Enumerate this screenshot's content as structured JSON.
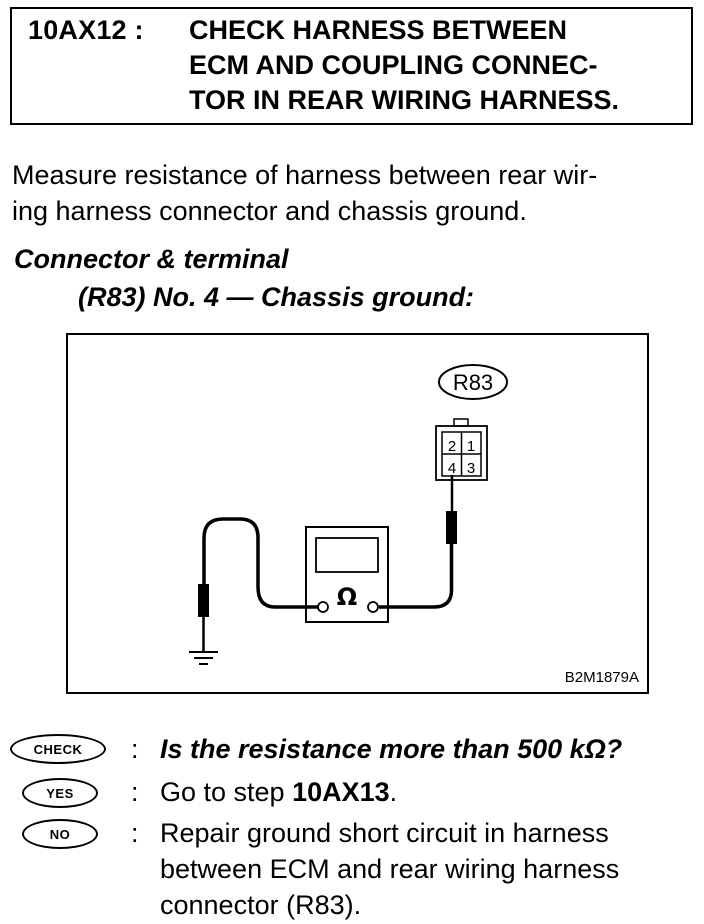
{
  "header": {
    "step_id": "10AX12 :",
    "title": "CHECK HARNESS BETWEEN\nECM AND COUPLING CONNEC-\nTOR IN REAR WIRING HARNESS."
  },
  "intro": "Measure resistance of harness between rear wir-\ning harness connector and chassis ground.",
  "connector": {
    "heading": "Connector & terminal",
    "subheading": "(R83) No. 4 — Chassis ground:"
  },
  "figure": {
    "connector_label": "R83",
    "terminals": [
      "2",
      "1",
      "4",
      "3"
    ],
    "meter_symbol": "Ω",
    "figure_id": "B2M1879A"
  },
  "qa": {
    "check_badge": "CHECK",
    "check_text": "Is the resistance more than 500 kΩ?",
    "yes_badge": "YES",
    "yes_prefix": "Go to step ",
    "yes_step": "10AX13",
    "yes_suffix": ".",
    "no_badge": "NO",
    "no_text": "Repair ground short circuit in harness\nbetween ECM and rear wiring harness\nconnector (R83)."
  },
  "separator": ":"
}
